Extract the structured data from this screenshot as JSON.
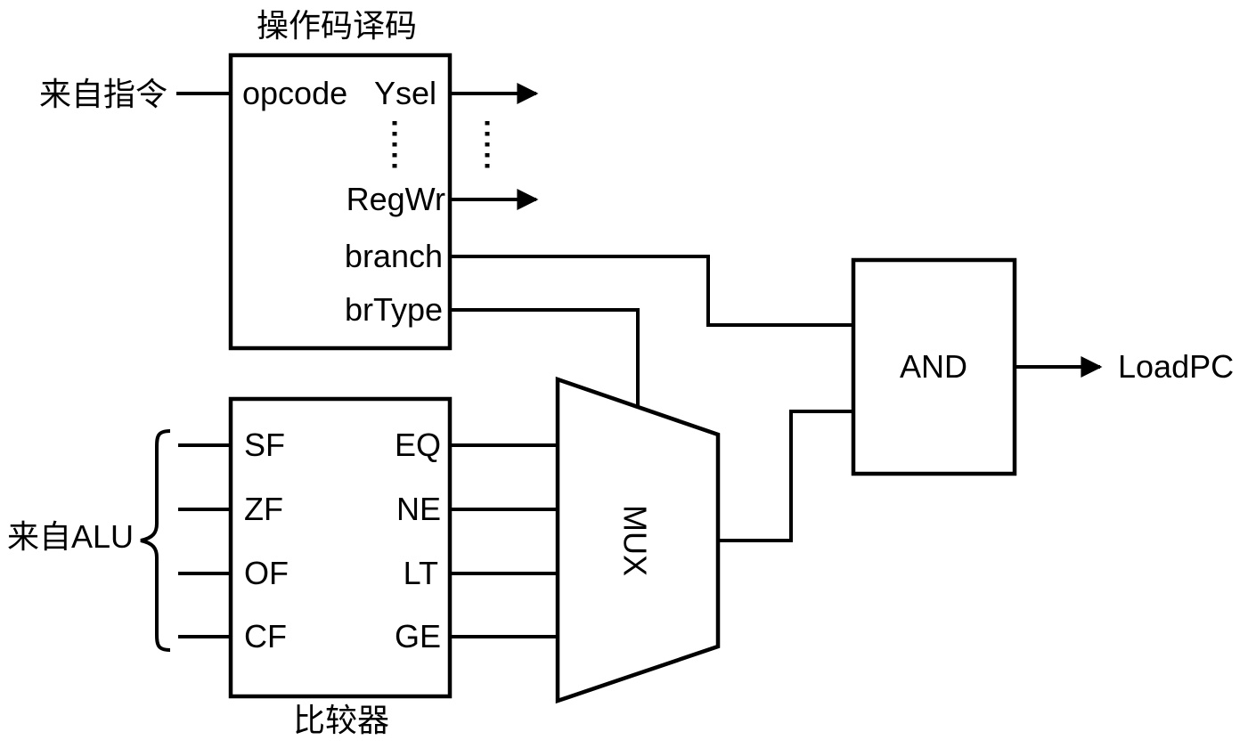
{
  "page": {
    "background": "#ffffff",
    "line_color": "#000000"
  },
  "decoder": {
    "title": "操作码译码",
    "source_label": "来自指令",
    "input_port": "opcode",
    "ports": {
      "ysel": "Ysel",
      "regwr": "RegWr",
      "branch": "branch",
      "brtype": "brType"
    }
  },
  "comparator": {
    "title": "比较器",
    "source_label": "来自ALU",
    "inputs": {
      "sf": "SF",
      "zf": "ZF",
      "of": "OF",
      "cf": "CF"
    },
    "outputs": {
      "eq": "EQ",
      "ne": "NE",
      "lt": "LT",
      "ge": "GE"
    }
  },
  "mux": {
    "label": "MUX"
  },
  "and_gate": {
    "label": "AND"
  },
  "result_label": "LoadPC",
  "icons": {
    "arrowhead": "right-arrowhead",
    "ellipsis_inner": "vertical-ellipsis",
    "ellipsis_outer": "vertical-ellipsis",
    "brace": "left-curly-brace"
  }
}
